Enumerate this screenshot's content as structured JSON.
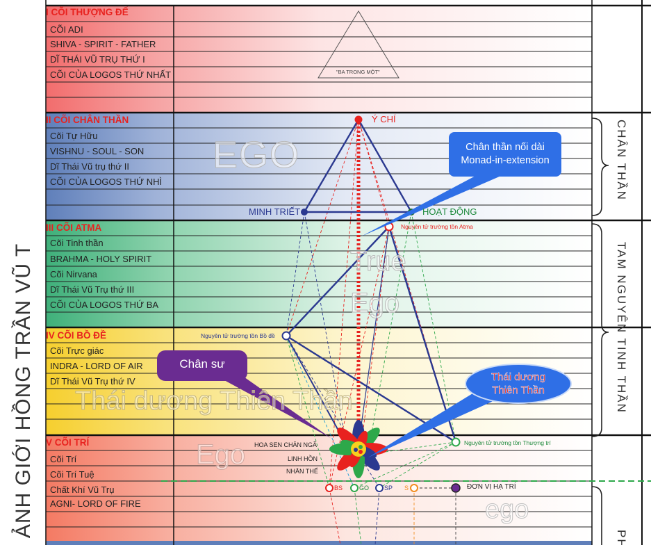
{
  "vertical_title": "ẢNH GIỚI HỒNG TRẦN VŨ T",
  "planes": [
    {
      "id": "p1",
      "title": "I CÕI THƯỢNG ĐẾ",
      "rows": [
        "CÕI ADI",
        "SHIVA - SPIRIT - FATHER",
        "DĨ THÁI VŨ TRỤ THỨ I",
        "CÕI CỦA LOGOS THỨ NHẤT"
      ]
    },
    {
      "id": "p2",
      "title": "II CÕI CHÂN THẦN",
      "rows": [
        "Cõi Tự Hữu",
        "VISHNU - SOUL - SON",
        "Dĩ Thái Vũ trụ thứ II",
        "CÕI CỦA LOGOS THỨ NHÌ"
      ]
    },
    {
      "id": "p3",
      "title": "III CÕI ATMA",
      "rows": [
        "Cõi Tinh thần",
        "BRAHMA - HOLY SPIRIT",
        "Cõi Nirvana",
        "Dĩ Thái Vũ Trụ thứ III",
        "CÕI CỦA LOGOS THỨ BA"
      ]
    },
    {
      "id": "p4",
      "title": "IV CÕI BỒ ĐỀ",
      "rows": [
        "Cõi Trực giác",
        "INDRA - LORD OF AIR",
        "Dĩ Thái Vũ Trụ thứ IV"
      ]
    },
    {
      "id": "p5",
      "title": "V CÕI TRÍ",
      "rows": [
        "Cõi Trí",
        "Cõi Trí Tuệ",
        "Chất Khí Vũ Trụ",
        "AGNI- LORD OF FIRE"
      ]
    }
  ],
  "side_labels": {
    "chan_than": "CHÂN THẦN",
    "tam_nguyen": "TAM NGUYÊN TINH THẦN",
    "bottom": "PH"
  },
  "labels": {
    "ba_trong_mot": "\"BA TRONG MỘT\"",
    "y_chi": "Ý CHÍ",
    "minh_triet": "MINH TRIẾT",
    "hoat_dong": "HOẠT ĐỘNG",
    "atma_atom": "Nguyên tử trường tồn Atma",
    "bo_de_atom": "Nguyên tử trường tồn Bồ đề",
    "thuong_tri_atom": "Nguyên tử trường tồn Thượng trí",
    "hoa_sen": "HOA SEN CHÂN NGÃ",
    "linh_hon": "LINH HỒN",
    "nhan_the": "NHÂN THỂ",
    "bs": "BS",
    "go": "GO",
    "sp": "SP",
    "s": "S",
    "don_vi": "ĐƠN VỊ HẠ TRÍ"
  },
  "watermarks": {
    "ego1": "EGO",
    "true": "True",
    "ego2": "Ego",
    "thai_duong": "Thái dương Thiên Thần",
    "ego3": "Ego",
    "ego4": "ego"
  },
  "callouts": {
    "chan_than_noi_dai_1": "Chân thần nối dài",
    "chan_than_noi_dai_2": "Monad-in-extension",
    "chan_su": "Chân sư",
    "thai_duong_1": "Thái dương",
    "thai_duong_2": "Thiên Thần"
  },
  "colors": {
    "plane1": "#f26d6d",
    "plane2": "#5f7fba",
    "plane3": "#3fb07a",
    "plane4": "#f6cf2e",
    "plane5": "#f47a63",
    "title_red": "#e8221f",
    "triangle": "#2b3990",
    "dotted_red": "#e8221f",
    "callout_blue": "#2f6fe6",
    "callout_purple": "#6a2c91",
    "green_dash": "#2da84a"
  }
}
